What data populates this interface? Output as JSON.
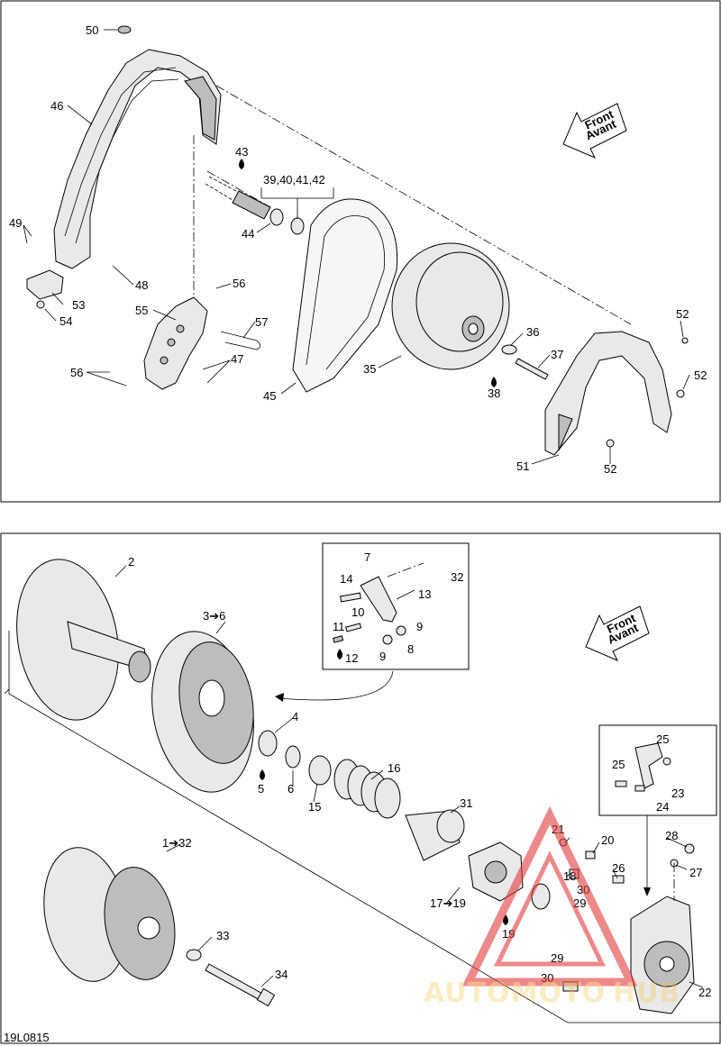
{
  "diagram_code": "19L0815",
  "direction_label": {
    "line1": "Front",
    "line2": "Avant"
  },
  "watermark": {
    "part1": "AUTOMOTO",
    "part2": "HUB"
  },
  "top_panel": {
    "callouts": [
      "50",
      "46",
      "49",
      "48",
      "53",
      "54",
      "55",
      "56",
      "56",
      "47",
      "57",
      "43",
      "39,40,41,42",
      "44",
      "45",
      "35",
      "36",
      "37",
      "38",
      "52",
      "52",
      "52",
      "51"
    ]
  },
  "bottom_panel": {
    "callouts": [
      "2",
      "3➔6",
      "4",
      "5",
      "6",
      "15",
      "16",
      "31",
      "1➔32",
      "33",
      "34",
      "7",
      "14",
      "10",
      "11",
      "12",
      "13",
      "9",
      "9",
      "8",
      "32",
      "21",
      "20",
      "18",
      "17➔19",
      "19",
      "26",
      "30",
      "29",
      "29",
      "30",
      "25",
      "25",
      "23",
      "24",
      "28",
      "27",
      "22"
    ]
  }
}
